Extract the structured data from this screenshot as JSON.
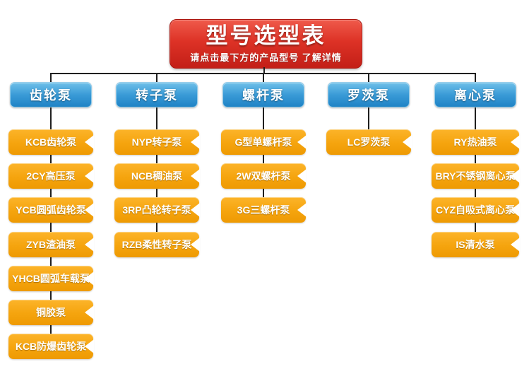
{
  "header": {
    "title": "型号选型表",
    "subtitle": "请点击最下方的产品型号 了解详情"
  },
  "colors": {
    "header_red": "#d92e22",
    "category_blue": "#2a8fd0",
    "product_orange": "#f5a40e",
    "connector": "#1f1f1f",
    "background": "#ffffff",
    "text": "#ffffff"
  },
  "columns": [
    {
      "label": "齿轮泵",
      "children": [
        "KCB齿轮泵",
        "2CY高压泵",
        "YCB圆弧齿轮泵",
        "ZYB渣油泵",
        "YHCB圆弧车载泵",
        "铜胶泵",
        "KCB防爆齿轮泵"
      ]
    },
    {
      "label": "转子泵",
      "children": [
        "NYP转子泵",
        "NCB稠油泵",
        "3RP凸轮转子泵",
        "RZB柔性转子泵"
      ]
    },
    {
      "label": "螺杆泵",
      "children": [
        "G型单螺杆泵",
        "2W双螺杆泵",
        "3G三螺杆泵"
      ]
    },
    {
      "label": "罗茨泵",
      "children": [
        "LC罗茨泵"
      ]
    },
    {
      "label": "离心泵",
      "children": [
        "RY热油泵",
        "BRY不锈钢离心泵",
        "CYZ自吸式离心泵",
        "IS清水泵"
      ]
    }
  ]
}
